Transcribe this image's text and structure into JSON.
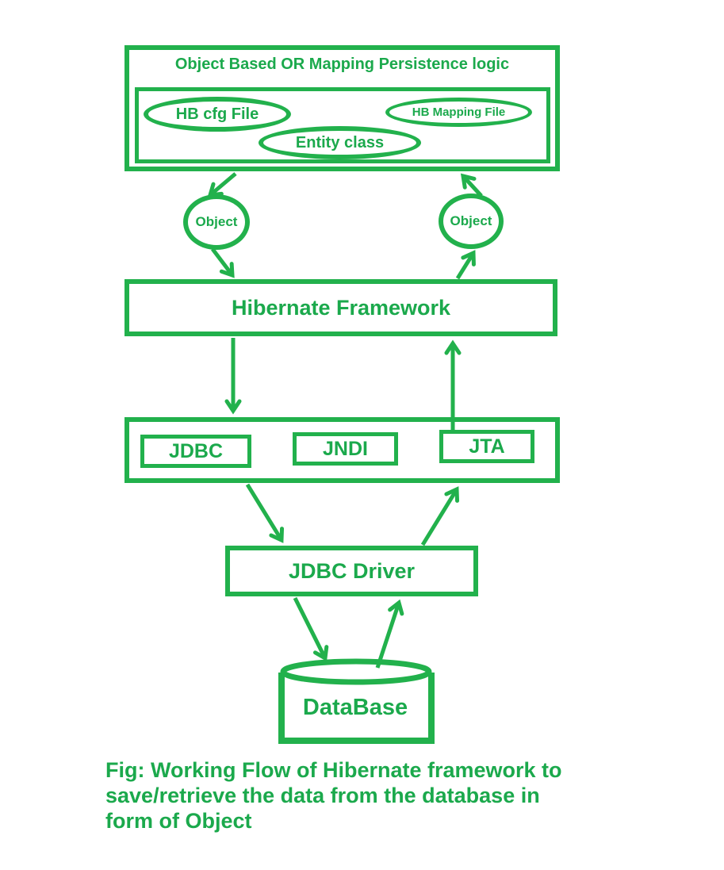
{
  "colors": {
    "accent_green": "#22B14C",
    "text_green": "#1BA94C",
    "background": "#FFFFFF"
  },
  "diagram": {
    "persistence_box": {
      "title": "Object Based OR Mapping Persistence logic",
      "items": [
        {
          "label": "HB cfg File"
        },
        {
          "label": "HB Mapping File"
        },
        {
          "label": "Entity class"
        }
      ]
    },
    "object_left": {
      "label": "Object"
    },
    "object_right": {
      "label": "Object"
    },
    "hibernate": {
      "label": "Hibernate Framework"
    },
    "services": {
      "items": [
        {
          "label": "JDBC"
        },
        {
          "label": "JNDI"
        },
        {
          "label": "JTA"
        }
      ]
    },
    "jdbc_driver": {
      "label": "JDBC Driver"
    },
    "database": {
      "label": "DataBase"
    },
    "caption": {
      "lines": [
        "Fig: Working Flow of Hibernate framework to",
        "save/retrieve the data from the database in",
        "form of Object"
      ]
    },
    "arrows": [
      {
        "name": "persistence-to-object-left",
        "direction": "down"
      },
      {
        "name": "object-left-to-hibernate",
        "direction": "down"
      },
      {
        "name": "hibernate-to-object-right",
        "direction": "up"
      },
      {
        "name": "object-right-to-persistence",
        "direction": "up"
      },
      {
        "name": "hibernate-to-services",
        "direction": "down"
      },
      {
        "name": "jta-to-hibernate",
        "direction": "up"
      },
      {
        "name": "services-to-jdbc-driver",
        "direction": "down"
      },
      {
        "name": "jdbc-driver-to-services",
        "direction": "up"
      },
      {
        "name": "jdbc-driver-to-database",
        "direction": "down"
      },
      {
        "name": "database-to-jdbc-driver",
        "direction": "up"
      }
    ]
  }
}
